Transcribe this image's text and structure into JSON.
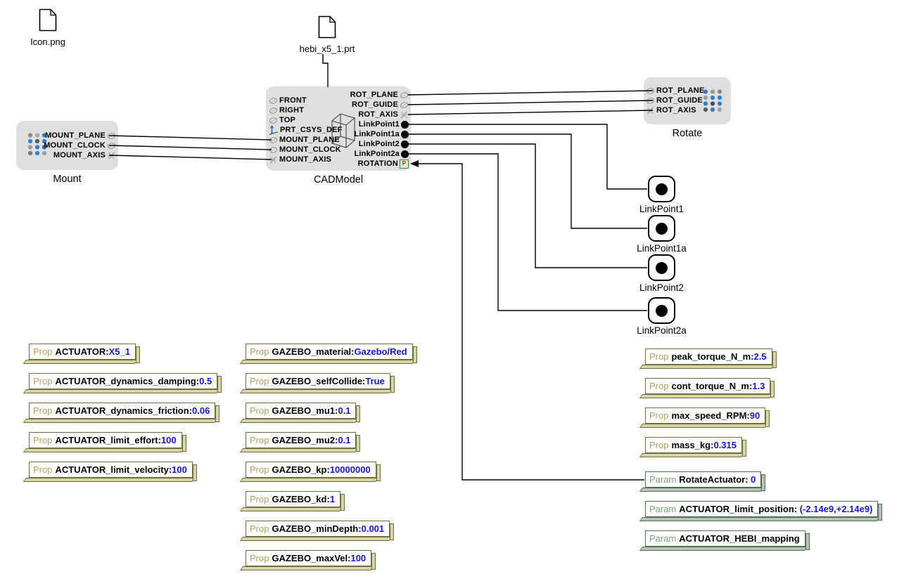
{
  "colors": {
    "canvas_bg": "#ffffff",
    "node_fill": "#dfdfdf",
    "wire": "#000000",
    "value_text": "#1515dd",
    "prop_kind_text": "#b3a163",
    "prop_border": "#6f6f42",
    "param_kind_text": "#74a874",
    "param_border": "#50704f",
    "rotation_port_fill": "#d7eed7",
    "rotation_port_letter": "#c22222",
    "grid_dot_blue": "#2e7fd6"
  },
  "files": [
    {
      "label": "Icon.png"
    },
    {
      "label": "hebi_x5_1.prt"
    }
  ],
  "nodes": {
    "mount": {
      "title": "Mount",
      "ports": [
        {
          "label": "MOUNT_PLANE",
          "icon": "plane"
        },
        {
          "label": "MOUNT_CLOCK",
          "icon": "plane"
        },
        {
          "label": "MOUNT_AXIS",
          "icon": "axis"
        }
      ]
    },
    "cadmodel": {
      "title": "CADModel",
      "left_ports": [
        {
          "label": "FRONT",
          "icon": "plane"
        },
        {
          "label": "RIGHT",
          "icon": "plane"
        },
        {
          "label": "TOP",
          "icon": "plane"
        },
        {
          "label": "PRT_CSYS_DEF",
          "icon": "csys"
        },
        {
          "label": "MOUNT_PLANE",
          "icon": "plane"
        },
        {
          "label": "MOUNT_CLOCK",
          "icon": "plane"
        },
        {
          "label": "MOUNT_AXIS",
          "icon": "axis"
        }
      ],
      "right_ports": [
        {
          "label": "ROT_PLANE",
          "icon": "plane"
        },
        {
          "label": "ROT_GUIDE",
          "icon": "plane"
        },
        {
          "label": "ROT_AXIS",
          "icon": "axis"
        },
        {
          "label": "LinkPoint1",
          "icon": "point"
        },
        {
          "label": "LinkPoint1a",
          "icon": "point"
        },
        {
          "label": "LinkPoint2",
          "icon": "point"
        },
        {
          "label": "LinkPoint2a",
          "icon": "point"
        },
        {
          "label": "ROTATION",
          "icon": "param"
        }
      ],
      "rotation_port_glyph": "P"
    },
    "rotate": {
      "title": "Rotate",
      "ports": [
        {
          "label": "ROT_PLANE",
          "icon": "plane"
        },
        {
          "label": "ROT_GUIDE",
          "icon": "plane"
        },
        {
          "label": "ROT_AXIS",
          "icon": "axis"
        }
      ]
    },
    "linkpoints": [
      {
        "label": "LinkPoint1"
      },
      {
        "label": "LinkPoint1a"
      },
      {
        "label": "LinkPoint2"
      },
      {
        "label": "LinkPoint2a"
      }
    ]
  },
  "stamps": {
    "actuator_props": [
      {
        "kind": "Prop",
        "name": "ACTUATOR",
        "colon": ":",
        "value": "X5_1"
      },
      {
        "kind": "Prop",
        "name": "ACTUATOR_dynamics_damping",
        "colon": ":",
        "value": "0.5"
      },
      {
        "kind": "Prop",
        "name": "ACTUATOR_dynamics_friction",
        "colon": ":",
        "value": "0.06"
      },
      {
        "kind": "Prop",
        "name": "ACTUATOR_limit_effort",
        "colon": ":",
        "value": "100"
      },
      {
        "kind": "Prop",
        "name": "ACTUATOR_limit_velocity",
        "colon": ":",
        "value": "100"
      }
    ],
    "gazebo_props": [
      {
        "kind": "Prop",
        "name": "GAZEBO_material",
        "colon": ":",
        "value": "Gazebo/Red"
      },
      {
        "kind": "Prop",
        "name": "GAZEBO_selfCollide",
        "colon": ":",
        "value": "True"
      },
      {
        "kind": "Prop",
        "name": "GAZEBO_mu1",
        "colon": ":",
        "value": "0.1"
      },
      {
        "kind": "Prop",
        "name": "GAZEBO_mu2",
        "colon": ":",
        "value": "0.1"
      },
      {
        "kind": "Prop",
        "name": "GAZEBO_kp",
        "colon": ":",
        "value": "10000000"
      },
      {
        "kind": "Prop",
        "name": "GAZEBO_kd",
        "colon": ":",
        "value": "1"
      },
      {
        "kind": "Prop",
        "name": "GAZEBO_minDepth",
        "colon": ":",
        "value": "0.001"
      },
      {
        "kind": "Prop",
        "name": "GAZEBO_maxVel",
        "colon": ":",
        "value": "100"
      }
    ],
    "motor_props": [
      {
        "kind": "Prop",
        "name": "peak_torque_N_m",
        "colon": ":",
        "value": "2.5"
      },
      {
        "kind": "Prop",
        "name": "cont_torque_N_m",
        "colon": ":",
        "value": "1.3"
      },
      {
        "kind": "Prop",
        "name": "max_speed_RPM",
        "colon": ":",
        "value": "90"
      },
      {
        "kind": "Prop",
        "name": "mass_kg",
        "colon": ":",
        "value": "0.315"
      }
    ],
    "params": [
      {
        "kind": "Param",
        "name": "RotateActuator",
        "colon": ": ",
        "value": "0"
      },
      {
        "kind": "Param",
        "name": "ACTUATOR_limit_position",
        "colon": ": ",
        "value": "(-2.14e9,+2.14e9)"
      },
      {
        "kind": "Param",
        "name": "ACTUATOR_HEBI_mapping",
        "colon": "",
        "value": ""
      }
    ]
  }
}
